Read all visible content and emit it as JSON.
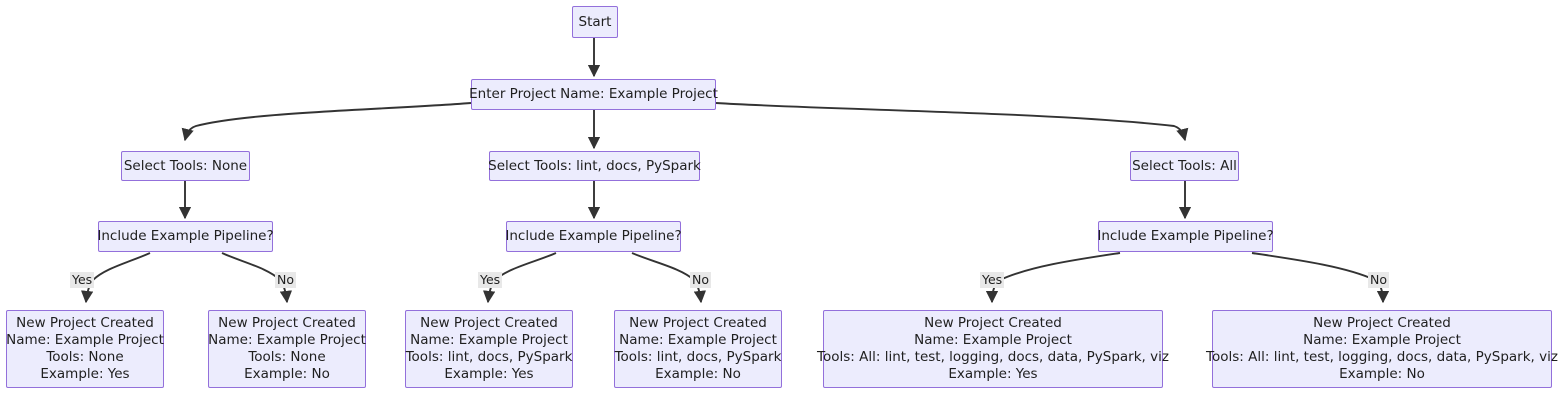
{
  "diagram": {
    "type": "flowchart",
    "direction": "top-down",
    "theme": {
      "node_fill": "#ececfd",
      "node_stroke": "#9370db",
      "edge_stroke": "#333333",
      "edge_label_bg": "#e8e8e8",
      "text_color": "#1f1f1f",
      "background": "#ffffff"
    },
    "nodes": [
      {
        "id": "start",
        "label": "Start",
        "lines": [
          "Start"
        ]
      },
      {
        "id": "enter_name",
        "label": "Enter Project Name: Example Project",
        "lines": [
          "Enter Project Name: Example Project"
        ]
      },
      {
        "id": "tools_none",
        "label": "Select Tools: None",
        "lines": [
          "Select Tools: None"
        ]
      },
      {
        "id": "tools_some",
        "label": "Select Tools: lint, docs, PySpark",
        "lines": [
          "Select Tools: lint, docs, PySpark"
        ]
      },
      {
        "id": "tools_all",
        "label": "Select Tools: All",
        "lines": [
          "Select Tools: All"
        ]
      },
      {
        "id": "pipe_none",
        "label": "Include Example Pipeline?",
        "lines": [
          "Include Example Pipeline?"
        ]
      },
      {
        "id": "pipe_some",
        "label": "Include Example Pipeline?",
        "lines": [
          "Include Example Pipeline?"
        ]
      },
      {
        "id": "pipe_all",
        "label": "Include Example Pipeline?",
        "lines": [
          "Include Example Pipeline?"
        ]
      },
      {
        "id": "res_none_yes",
        "label": "New Project Created / Name: Example Project / Tools: None / Example: Yes",
        "lines": [
          "New Project Created",
          "Name: Example Project",
          "Tools: None",
          "Example: Yes"
        ]
      },
      {
        "id": "res_none_no",
        "label": "New Project Created / Name: Example Project / Tools: None / Example: No",
        "lines": [
          "New Project Created",
          "Name: Example Project",
          "Tools: None",
          "Example: No"
        ]
      },
      {
        "id": "res_some_yes",
        "label": "New Project Created / Name: Example Project / Tools: lint, docs, PySpark / Example: Yes",
        "lines": [
          "New Project Created",
          "Name: Example Project",
          "Tools: lint, docs, PySpark",
          "Example: Yes"
        ]
      },
      {
        "id": "res_some_no",
        "label": "New Project Created / Name: Example Project / Tools: lint, docs, PySpark / Example: No",
        "lines": [
          "New Project Created",
          "Name: Example Project",
          "Tools: lint, docs, PySpark",
          "Example: No"
        ]
      },
      {
        "id": "res_all_yes",
        "label": "New Project Created / Name: Example Project / Tools: All: lint, test, logging, docs, data, PySpark, viz / Example: Yes",
        "lines": [
          "New Project Created",
          "Name: Example Project",
          "Tools: All: lint, test, logging, docs, data, PySpark, viz",
          "Example: Yes"
        ]
      },
      {
        "id": "res_all_no",
        "label": "New Project Created / Name: Example Project / Tools: All: lint, test, logging, docs, data, PySpark, viz / Example: No",
        "lines": [
          "New Project Created",
          "Name: Example Project",
          "Tools: All: lint, test, logging, docs, data, PySpark, viz",
          "Example: No"
        ]
      }
    ],
    "edges": [
      {
        "from": "start",
        "to": "enter_name",
        "label": ""
      },
      {
        "from": "enter_name",
        "to": "tools_none",
        "label": ""
      },
      {
        "from": "enter_name",
        "to": "tools_some",
        "label": ""
      },
      {
        "from": "enter_name",
        "to": "tools_all",
        "label": ""
      },
      {
        "from": "tools_none",
        "to": "pipe_none",
        "label": ""
      },
      {
        "from": "tools_some",
        "to": "pipe_some",
        "label": ""
      },
      {
        "from": "tools_all",
        "to": "pipe_all",
        "label": ""
      },
      {
        "from": "pipe_none",
        "to": "res_none_yes",
        "label": "Yes"
      },
      {
        "from": "pipe_none",
        "to": "res_none_no",
        "label": "No"
      },
      {
        "from": "pipe_some",
        "to": "res_some_yes",
        "label": "Yes"
      },
      {
        "from": "pipe_some",
        "to": "res_some_no",
        "label": "No"
      },
      {
        "from": "pipe_all",
        "to": "res_all_yes",
        "label": "Yes"
      },
      {
        "from": "pipe_all",
        "to": "res_all_no",
        "label": "No"
      }
    ],
    "edge_labels": {
      "none_yes": "Yes",
      "none_no": "No",
      "some_yes": "Yes",
      "some_no": "No",
      "all_yes": "Yes",
      "all_no": "No"
    }
  }
}
